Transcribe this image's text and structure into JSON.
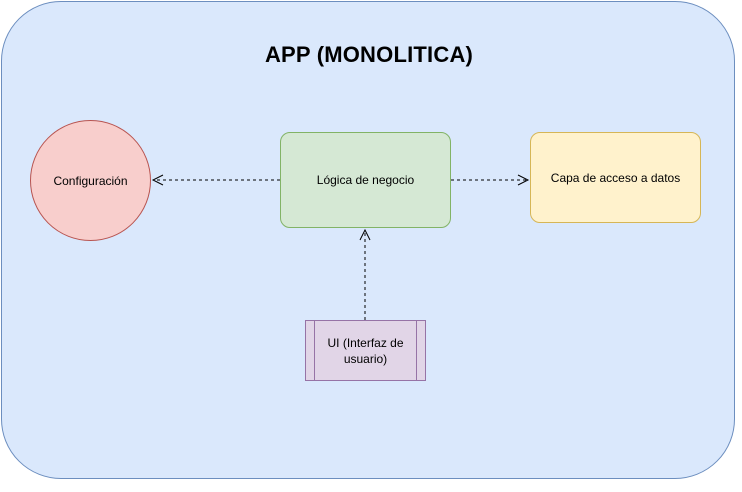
{
  "diagram": {
    "title": "APP (MONOLITICA)",
    "nodes": {
      "config": {
        "label": "Configuración",
        "shape": "circle",
        "fill": "#f8cecc",
        "stroke": "#b85450"
      },
      "logic": {
        "label": "Lógica de negocio",
        "shape": "rounded-rect",
        "fill": "#d5e8d4",
        "stroke": "#82b366"
      },
      "data": {
        "label": "Capa de acceso a datos",
        "shape": "rounded-rect",
        "fill": "#fff2cc",
        "stroke": "#d6b656"
      },
      "ui": {
        "label": "UI (Interfaz de usuario)",
        "shape": "process",
        "fill": "#e1d5e7",
        "stroke": "#9673a6"
      }
    },
    "edges": [
      {
        "from": "logic",
        "to": "config",
        "style": "dashed"
      },
      {
        "from": "logic",
        "to": "data",
        "style": "dashed"
      },
      {
        "from": "ui",
        "to": "logic",
        "style": "dashed"
      }
    ],
    "container": {
      "fill": "#dae8fc",
      "stroke": "#6c8ebf"
    }
  }
}
